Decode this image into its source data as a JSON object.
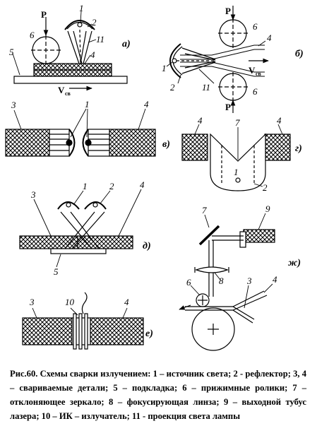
{
  "panels": {
    "a": {
      "label": "а)",
      "callouts": {
        "n1": "1",
        "n2": "2",
        "n11": "11",
        "n6": "6",
        "n4": "4",
        "n5": "5",
        "p": "P",
        "v": "V",
        "v_sub": "св"
      }
    },
    "b": {
      "label": "б)",
      "callouts": {
        "n6_top": "6",
        "n6_bottom": "6",
        "n4": "4",
        "n1": "1",
        "n2": "2",
        "n11": "11",
        "p_top": "P",
        "p_bottom": "P",
        "v": "V",
        "v_sub": "св"
      }
    },
    "v": {
      "label": "в)",
      "callouts": {
        "n3": "3",
        "n1": "1",
        "n4": "4"
      }
    },
    "g": {
      "label": "г)",
      "callouts": {
        "n4_left": "4",
        "n7": "7",
        "n4_right": "4",
        "n1": "1",
        "n2": "2"
      }
    },
    "d": {
      "label": "д)",
      "callouts": {
        "n1": "1",
        "n2": "2",
        "n3": "3",
        "n4": "4",
        "n5": "5"
      }
    },
    "e": {
      "label": "е)",
      "callouts": {
        "n3": "3",
        "n10": "10",
        "n4": "4"
      }
    },
    "zh": {
      "label": "ж)",
      "callouts": {
        "n7": "7",
        "n9": "9",
        "n8": "8",
        "n6": "6",
        "n3": "3",
        "n4": "4"
      }
    }
  },
  "caption": "Рис.60. Схемы сварки излучением: 1 – источник света; 2 - рефлектор; 3, 4 – свариваемые детали; 5 – подкладка; 6 – прижимные ролики; 7 – отклоняющее зеркало; 8 – фокусирующая линза; 9 – выходной тубус лазера; 10 – ИК – излучатель; 11 - проекция света лампы"
}
